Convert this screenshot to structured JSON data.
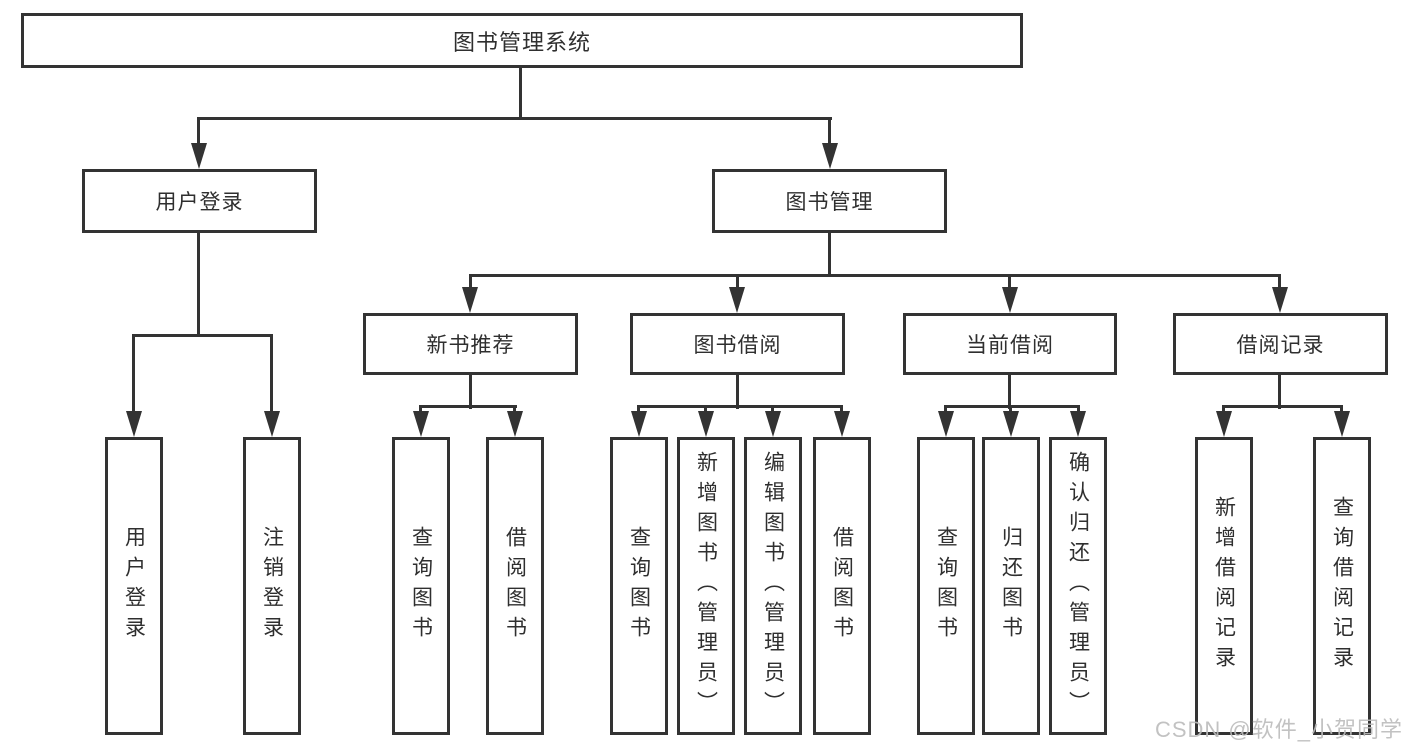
{
  "diagram_title": "图书管理系统",
  "nodes": {
    "root": {
      "label": "图书管理系统"
    },
    "user_login": {
      "label": "用户登录"
    },
    "book_mgmt": {
      "label": "图书管理"
    },
    "new_book_rec": {
      "label": "新书推荐"
    },
    "book_borrow": {
      "label": "图书借阅"
    },
    "current_borrow": {
      "label": "当前借阅"
    },
    "borrow_records": {
      "label": "借阅记录"
    },
    "leaf_user_login": {
      "label": "用户登录"
    },
    "leaf_logout": {
      "label": "注销登录"
    },
    "leaf_query_book_1": {
      "label": "查询图书"
    },
    "leaf_borrow_book_1": {
      "label": "借阅图书"
    },
    "leaf_query_book_2": {
      "label": "查询图书"
    },
    "leaf_add_book": {
      "label": "新增图书（管理员）"
    },
    "leaf_edit_book": {
      "label": "编辑图书（管理员）"
    },
    "leaf_borrow_book_2": {
      "label": "借阅图书"
    },
    "leaf_query_book_3": {
      "label": "查询图书"
    },
    "leaf_return_book": {
      "label": "归还图书"
    },
    "leaf_confirm_return": {
      "label": "确认归还（管理员）"
    },
    "leaf_add_record": {
      "label": "新增借阅记录"
    },
    "leaf_query_record": {
      "label": "查询借阅记录"
    }
  },
  "hierarchy": {
    "图书管理系统": {
      "用户登录": [
        "用户登录",
        "注销登录"
      ],
      "图书管理": {
        "新书推荐": [
          "查询图书",
          "借阅图书"
        ],
        "图书借阅": [
          "查询图书",
          "新增图书（管理员）",
          "编辑图书（管理员）",
          "借阅图书"
        ],
        "当前借阅": [
          "查询图书",
          "归还图书",
          "确认归还（管理员）"
        ],
        "借阅记录": [
          "新增借阅记录",
          "查询借阅记录"
        ]
      }
    }
  },
  "colors": {
    "line": "#333333",
    "text": "#2f2f2f",
    "background": "#ffffff",
    "watermark": "#bcbcbc"
  },
  "watermark": {
    "text": "CSDN @软件_小贺同学"
  }
}
